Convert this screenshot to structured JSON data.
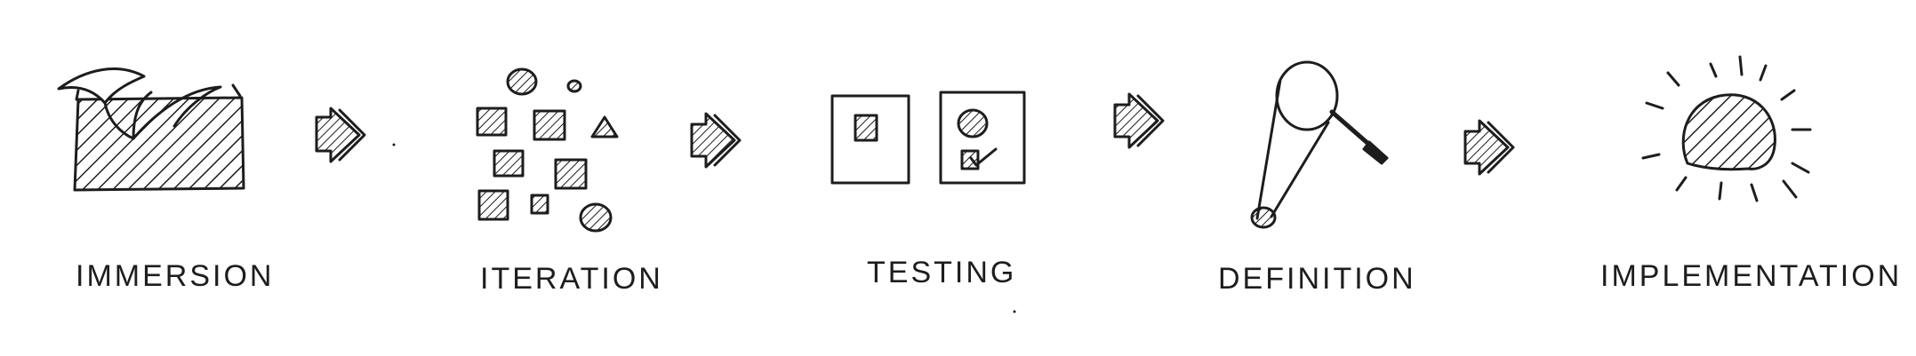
{
  "ink_color": "#1d1d1d",
  "background": "#ffffff",
  "stages": [
    {
      "label": "IMMERSION",
      "icon": "book-icon"
    },
    {
      "label": "ITERATION",
      "icon": "scattered-shapes-icon"
    },
    {
      "label": "TESTING",
      "icon": "test-panels-icon"
    },
    {
      "label": "DEFINITION",
      "icon": "magnifier-icon"
    },
    {
      "label": "IMPLEMENTATION",
      "icon": "sun-icon"
    }
  ],
  "connector": "double-chevron-arrow-icon"
}
